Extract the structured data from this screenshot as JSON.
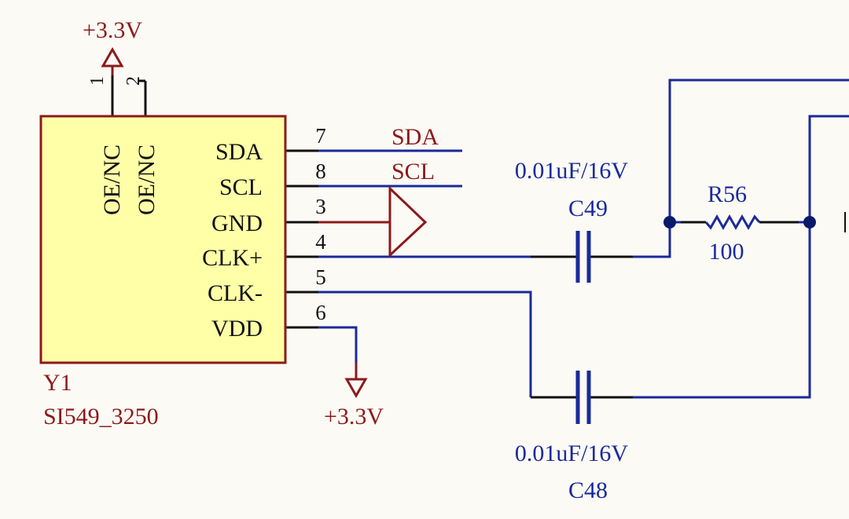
{
  "colors": {
    "background": "#fcfaf5",
    "component_body": "#ffffa8",
    "component_outline": "#8b1a1a",
    "wire": "#1a2a9a",
    "pin": "#111111",
    "junction": "#0a1a6a"
  },
  "power_top": {
    "label": "+3.3V"
  },
  "power_bottom": {
    "label": "+3.3V"
  },
  "ic": {
    "designator": "Y1",
    "part": "SI549_3250",
    "top_pins": [
      {
        "number": "1",
        "name": "OE/NC"
      },
      {
        "number": "2",
        "name": "OE/NC"
      }
    ],
    "right_pins": [
      {
        "number": "7",
        "name": "SDA"
      },
      {
        "number": "8",
        "name": "SCL"
      },
      {
        "number": "3",
        "name": "GND"
      },
      {
        "number": "4",
        "name": "CLK+"
      },
      {
        "number": "5",
        "name": "CLK-"
      },
      {
        "number": "6",
        "name": "VDD"
      }
    ]
  },
  "net_labels": {
    "sda": "SDA",
    "scl": "SCL"
  },
  "c49": {
    "designator": "C49",
    "value": "0.01uF/16V"
  },
  "c48": {
    "designator": "C48",
    "value": "0.01uF/16V"
  },
  "r56": {
    "designator": "R56",
    "value": "100"
  }
}
